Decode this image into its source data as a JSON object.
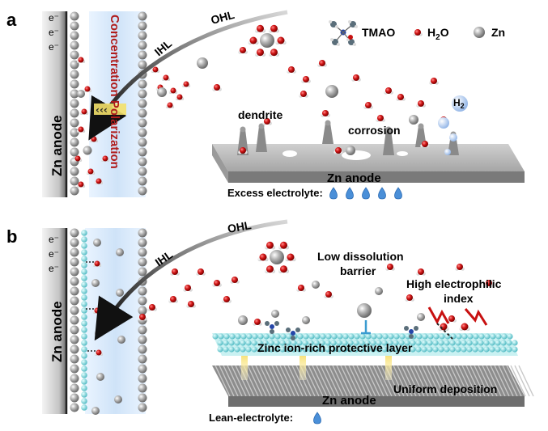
{
  "panel_a": {
    "label": "a",
    "electrode_label": "Zn anode",
    "electrons": [
      "e⁻",
      "e⁻",
      "e⁻"
    ],
    "side_label": "Concentration Polarization",
    "ihl": "IHL",
    "ohl": "OHL",
    "legend": {
      "tmao": "TMAO",
      "h2o": "H",
      "h2o_sub": "2",
      "h2o_tail": "O",
      "zn": "Zn"
    },
    "dendrite": "dendrite",
    "corrosion": "corrosion",
    "h2": "H",
    "h2_sub": "2",
    "plate_label": "Zn anode",
    "electrolyte": "Excess electrolyte:"
  },
  "panel_b": {
    "label": "b",
    "electrode_label": "Zn anode",
    "electrons": [
      "e⁻",
      "e⁻",
      "e⁻"
    ],
    "ihl": "IHL",
    "ohl": "OHL",
    "low_barrier": [
      "Low dissolution",
      "barrier"
    ],
    "electrophilic": [
      "High electrophilic",
      "index"
    ],
    "protective": "Zinc ion-rich protective layer",
    "uniform": "Uniform deposition",
    "plate_label": "Zn anode",
    "electrolyte": "Lean-electrolyte:"
  },
  "colors": {
    "red_ball": "#c81010",
    "white_ball": "#f2f2f2",
    "zn_ball": "#9a9a9a",
    "electrode": "#555555",
    "polarization_text": "#b01c1c",
    "cyan_layer": "#7fd6d6",
    "drop": "#4a8fd8"
  }
}
